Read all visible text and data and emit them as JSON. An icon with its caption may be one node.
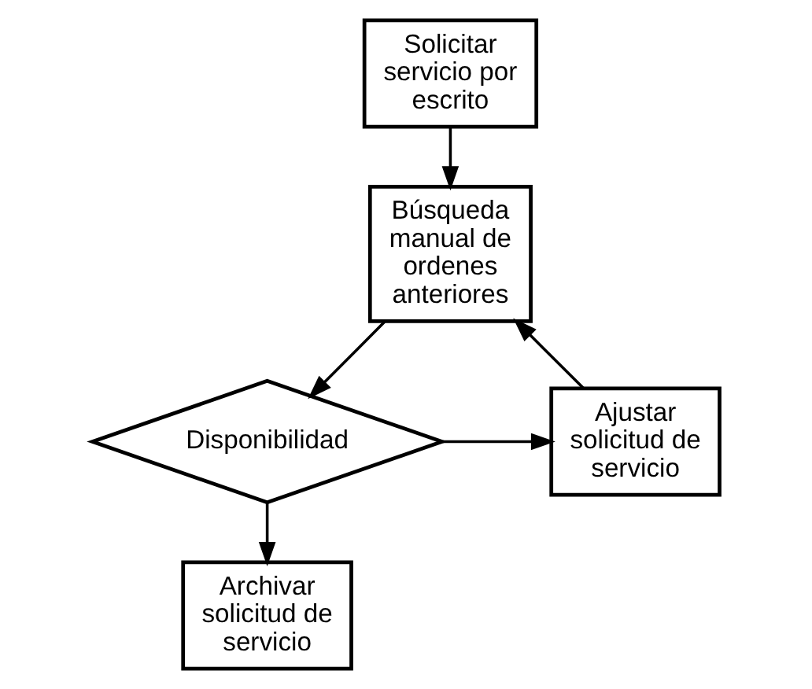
{
  "diagram": {
    "nodes": [
      {
        "text": [
          "Solicitar servicio por escrito"
        ]
      },
      {
        "text": [
          "Búsqueda manual de ordenes anteriores"
        ]
      },
      {
        "text": [
          "Disponibilidad"
        ]
      },
      {
        "text": [
          "Ajustar solicitud de servicio"
        ]
      },
      {
        "text": [
          "Archivar solicitud de servicio"
        ]
      }
    ],
    "edges": [
      {
        "from": 0,
        "to": 1,
        "arrow": "to"
      },
      {
        "from": 1,
        "to": 2,
        "arrow": "to"
      },
      {
        "from": 2,
        "to": 3,
        "arrow": "to"
      },
      {
        "from": 3,
        "to": 1,
        "arrow": "to"
      },
      {
        "from": 2,
        "to": 4,
        "arrow": "to"
      }
    ]
  }
}
